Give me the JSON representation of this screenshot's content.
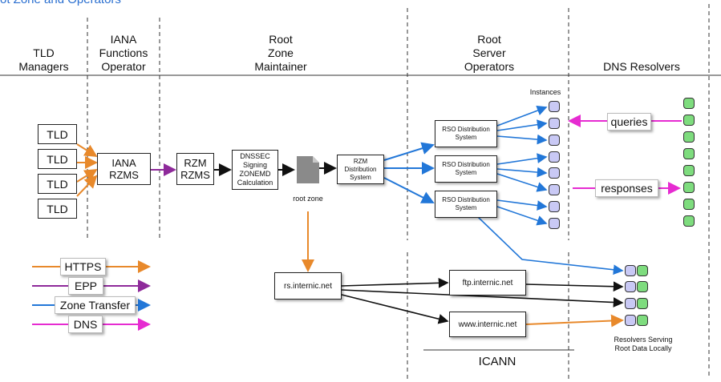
{
  "header_partial": "ot Zone and Operators",
  "columns": {
    "tld_managers": [
      "TLD",
      "Managers"
    ],
    "iana": [
      "IANA",
      "Functions",
      "Operator"
    ],
    "rzm": [
      "Root",
      "Zone",
      "Maintainer"
    ],
    "rso": [
      "Root",
      "Server",
      "Operators"
    ],
    "resolvers": [
      "DNS Resolvers"
    ]
  },
  "tld_boxes": [
    "TLD",
    "TLD",
    "TLD",
    "TLD"
  ],
  "iana_rzms": [
    "IANA",
    "RZMS"
  ],
  "rzm_rzms": [
    "RZM",
    "RZMS"
  ],
  "dnssec": [
    "DNSSEC",
    "Signing",
    "ZONEMD",
    "Calculation"
  ],
  "root_zone_label": "root zone",
  "rzm_distribution": [
    "RZM",
    "Distribution",
    "System"
  ],
  "rso_distribution": [
    "RSO Distribution",
    "System"
  ],
  "instances_label": "Instances",
  "queries_label": "queries",
  "responses_label": "responses",
  "rs_internic": "rs.internic.net",
  "ftp_internic": "ftp.internic.net",
  "www_internic": "www.internic.net",
  "resolvers_local": [
    "Resolvers Serving",
    "Root Data Locally"
  ],
  "icann_label": "ICANN",
  "legend": [
    {
      "label": "HTTPS",
      "color": "#e8892b"
    },
    {
      "label": "EPP",
      "color": "#8e2a9a"
    },
    {
      "label": "Zone Transfer",
      "color": "#2277d8"
    },
    {
      "label": "DNS",
      "color": "#e62bd1"
    }
  ],
  "colors": {
    "instance_fill": "#c9c9f5",
    "resolver_fill": "#7edc7e",
    "https": "#e8892b",
    "epp": "#8e2a9a",
    "zone_transfer": "#2277d8",
    "dns": "#e62bd1"
  }
}
